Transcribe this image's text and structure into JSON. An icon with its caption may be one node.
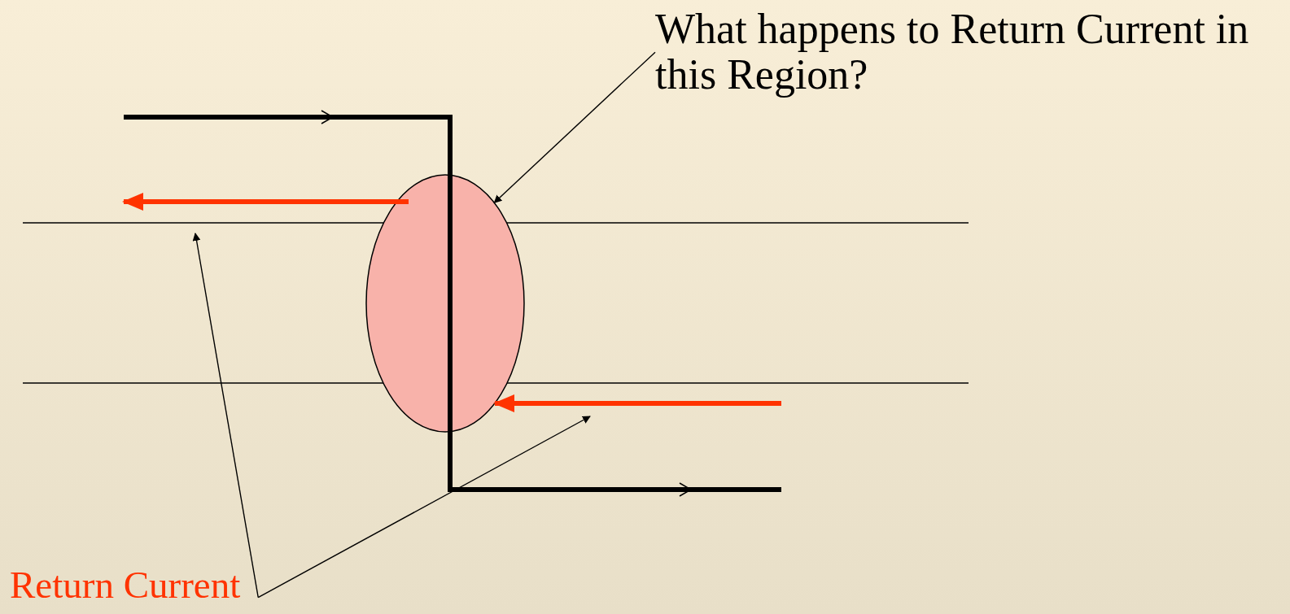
{
  "diagram": {
    "nodes": [
      {
        "text": [
          "What happens to Return Current in this Region?"
        ]
      },
      {
        "text": [],
        "shape": "ellipse"
      },
      {
        "text": [
          "Return Current"
        ]
      }
    ],
    "edges": [
      {
        "from": 0,
        "to": 1,
        "arrow": "to"
      },
      {
        "from": 2,
        "to": null,
        "arrow": "to"
      },
      {
        "from": 2,
        "to": null,
        "arrow": "to"
      }
    ]
  }
}
